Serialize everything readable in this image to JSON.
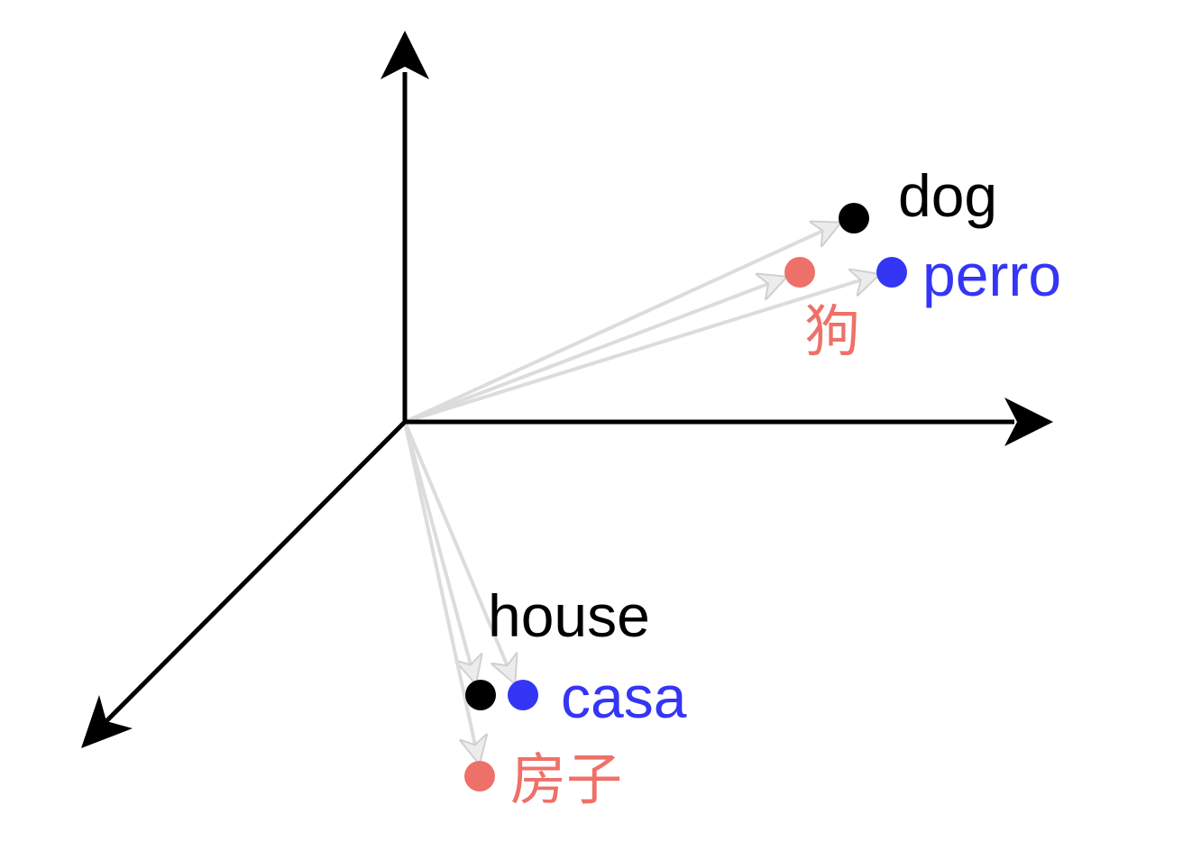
{
  "colors": {
    "english": "#000000",
    "spanish": "#3535f5",
    "chinese": "#ee7169",
    "vector": "#d8d8d8",
    "axis": "#000000"
  },
  "words": {
    "dog": "dog",
    "perro": "perro",
    "gou": "狗",
    "house": "house",
    "casa": "casa",
    "fangzi": "房子"
  }
}
